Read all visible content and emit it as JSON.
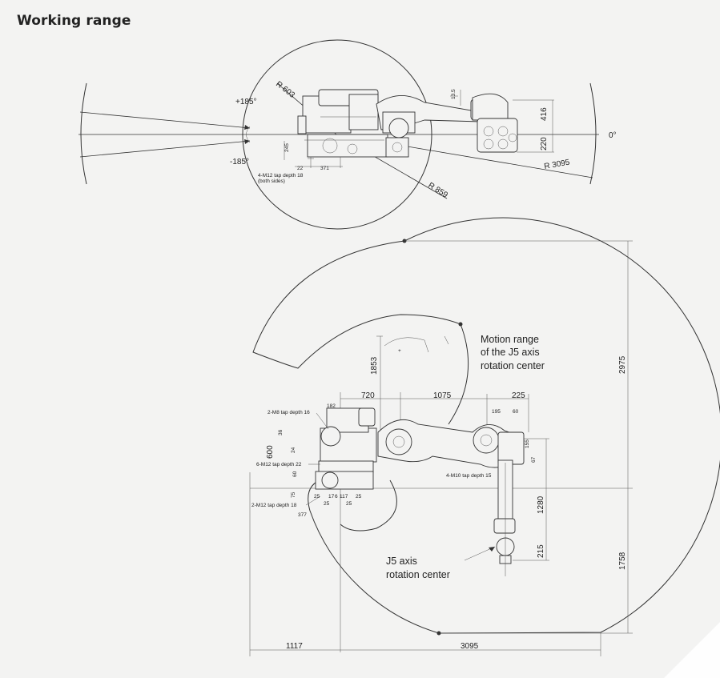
{
  "title": "Working range",
  "top_view": {
    "angle_pos": "+185°",
    "angle_neg": "-185°",
    "angle_zero": "0°",
    "r603": "R 603",
    "r859": "R 859",
    "r3095": "R 3095",
    "d416": "416",
    "d220": "220",
    "d245": "245",
    "d22": "22",
    "d371": "371",
    "d13_5": "13.5",
    "tap_note_1": "4-M12 tap depth 18",
    "tap_note_2": "(both sides)"
  },
  "side_view": {
    "motion_range_1": "Motion range",
    "motion_range_2": "of the J5 axis",
    "motion_range_3": "rotation center",
    "j5_label_1": "J5 axis",
    "j5_label_2": "rotation center",
    "d720": "720",
    "d1075": "1075",
    "d225": "225",
    "d1853": "1853",
    "d2975": "2975",
    "d1758": "1758",
    "d1280": "1280",
    "d215": "215",
    "d600": "600",
    "d1117": "1117",
    "d3095": "3095",
    "d182": "182",
    "d195": "195",
    "d60": "60",
    "d155": "155",
    "d67": "67",
    "d377": "377",
    "d36": "36",
    "d24": "24",
    "d60b": "60",
    "d75": "75",
    "d25a": "25",
    "d25b": "25",
    "d25c": "25",
    "d17": "17",
    "d6": "6",
    "d117": "117",
    "d25d": "25",
    "note_m8": "2-M8 tap depth 16",
    "note_m12_22": "6-M12 tap depth 22",
    "note_m12_18": "2-M12 tap depth 18",
    "note_m10": "4-M10 tap depth 15"
  }
}
